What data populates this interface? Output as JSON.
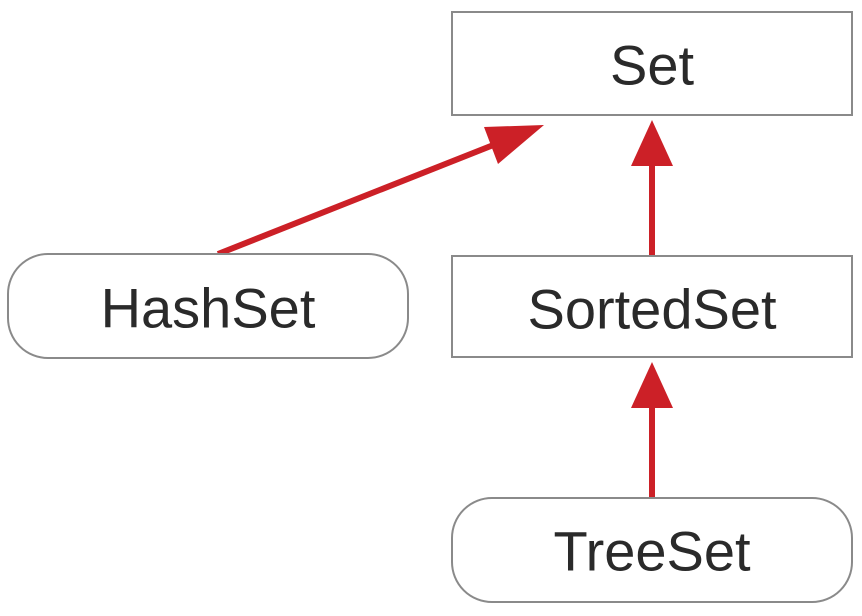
{
  "diagram": {
    "nodes": {
      "set": {
        "label": "Set",
        "shape": "rectangle"
      },
      "hashset": {
        "label": "HashSet",
        "shape": "rounded"
      },
      "sortedset": {
        "label": "SortedSet",
        "shape": "rectangle"
      },
      "treeset": {
        "label": "TreeSet",
        "shape": "rounded"
      }
    },
    "edges": [
      {
        "from": "HashSet",
        "to": "Set"
      },
      {
        "from": "SortedSet",
        "to": "Set"
      },
      {
        "from": "TreeSet",
        "to": "SortedSet"
      }
    ],
    "colors": {
      "arrow": "#cc2027",
      "node_border": "#8a8a8a",
      "text": "#2a2a2a",
      "background": "#ffffff"
    }
  }
}
